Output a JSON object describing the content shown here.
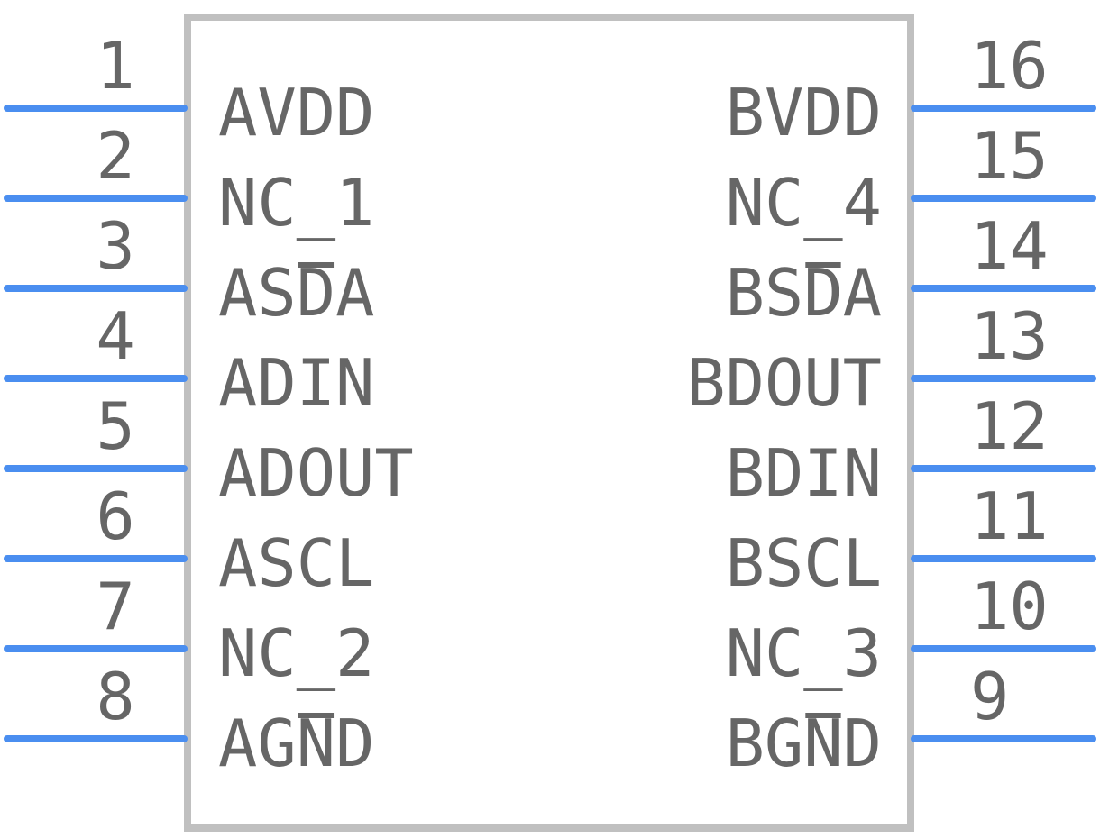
{
  "colors": {
    "body_outline": "#c0c0c0",
    "pin_line": "#4a8ef0",
    "text": "#666666",
    "background": "#ffffff"
  },
  "left_pins": [
    {
      "number": "1",
      "pre": "AVDD",
      "over": "",
      "post": ""
    },
    {
      "number": "2",
      "pre": "NC_1",
      "over": "",
      "post": ""
    },
    {
      "number": "3",
      "pre": "AS",
      "over": "D",
      "post": "A"
    },
    {
      "number": "4",
      "pre": "ADIN",
      "over": "",
      "post": ""
    },
    {
      "number": "5",
      "pre": "ADOUT",
      "over": "",
      "post": ""
    },
    {
      "number": "6",
      "pre": "ASCL",
      "over": "",
      "post": ""
    },
    {
      "number": "7",
      "pre": "NC_2",
      "over": "",
      "post": ""
    },
    {
      "number": "8",
      "pre": "AG",
      "over": "N",
      "post": "D"
    }
  ],
  "right_pins": [
    {
      "number": "16",
      "pre": "BVDD",
      "over": "",
      "post": ""
    },
    {
      "number": "15",
      "pre": "NC_4",
      "over": "",
      "post": ""
    },
    {
      "number": "14",
      "pre": "BS",
      "over": "D",
      "post": "A"
    },
    {
      "number": "13",
      "pre": "BDOUT",
      "over": "",
      "post": ""
    },
    {
      "number": "12",
      "pre": "BDIN",
      "over": "",
      "post": ""
    },
    {
      "number": "11",
      "pre": "BSCL",
      "over": "",
      "post": ""
    },
    {
      "number": "10",
      "pre": "NC_3",
      "over": "",
      "post": ""
    },
    {
      "number": "9",
      "pre": "BG",
      "over": "N",
      "post": "D"
    }
  ]
}
